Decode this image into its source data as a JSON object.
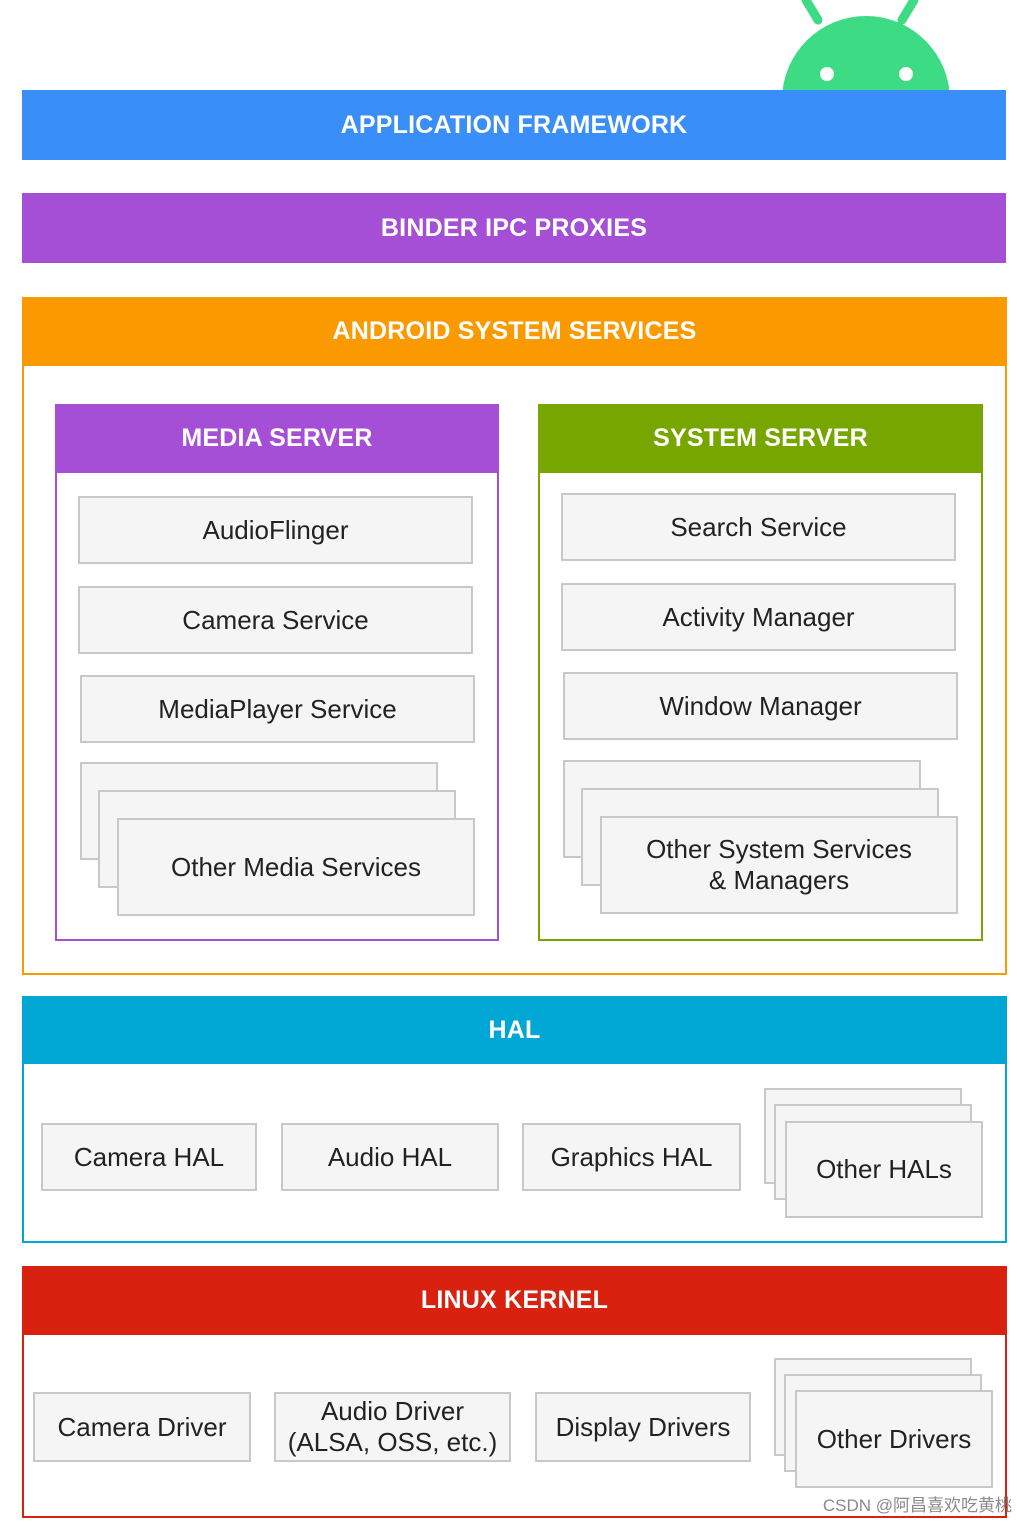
{
  "logo": {
    "name": "android-robot-icon",
    "color": "#3ddc84"
  },
  "colors": {
    "application_framework": "#3a8ef7",
    "binder_ipc": "#a54fd6",
    "android_system_services": "#fb9a00",
    "media_server": "#a54fd6",
    "system_server": "#78a600",
    "hal": "#00a7d4",
    "linux_kernel": "#d9210f"
  },
  "layers": {
    "application_framework": "APPLICATION FRAMEWORK",
    "binder_ipc_proxies": "BINDER IPC PROXIES",
    "android_system_services": "ANDROID SYSTEM SERVICES",
    "hal": "HAL",
    "linux_kernel": "LINUX KERNEL"
  },
  "media_server": {
    "title": "MEDIA SERVER",
    "items": [
      "AudioFlinger",
      "Camera Service",
      "MediaPlayer Service",
      "Other Media Services"
    ]
  },
  "system_server": {
    "title": "SYSTEM SERVER",
    "items": [
      "Search Service",
      "Activity Manager",
      "Window Manager",
      "Other System Services\n& Managers"
    ]
  },
  "hal_items": [
    "Camera HAL",
    "Audio HAL",
    "Graphics HAL",
    "Other HALs"
  ],
  "kernel_items": [
    "Camera Driver",
    "Audio Driver\n(ALSA, OSS, etc.)",
    "Display Drivers",
    "Other Drivers"
  ],
  "watermark": "CSDN @阿昌喜欢吃黄桃"
}
